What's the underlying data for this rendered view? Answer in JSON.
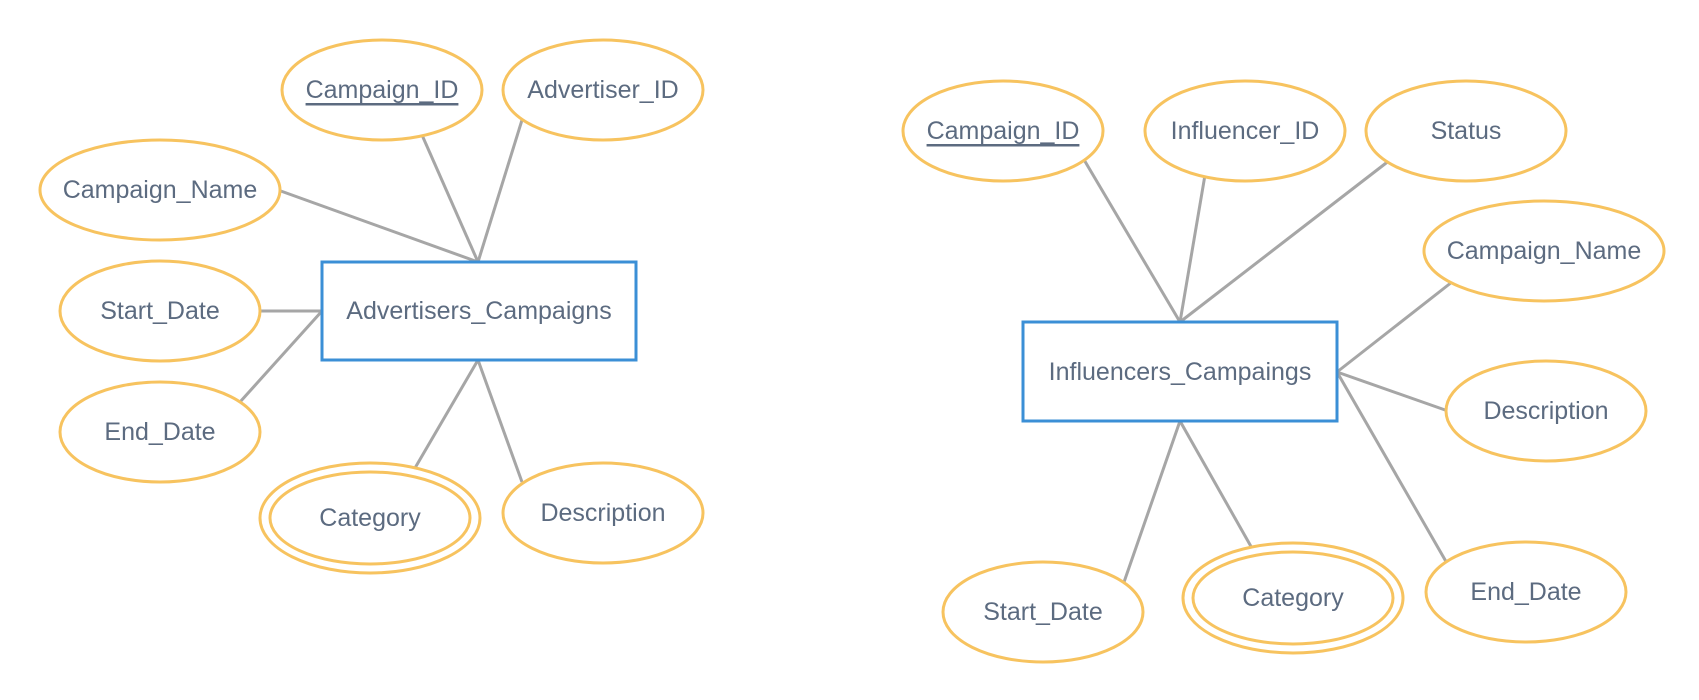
{
  "diagram": {
    "colors": {
      "attribute_stroke": "#f7c35f",
      "entity_stroke": "#3b8fd6",
      "line": "#a6a6a6",
      "text": "#5c6b80"
    },
    "entities": [
      {
        "id": "advertisers-campaigns",
        "name": "Advertisers_Campaigns",
        "attributes": [
          {
            "name": "Campaign_ID",
            "kind": "key"
          },
          {
            "name": "Advertiser_ID",
            "kind": "normal"
          },
          {
            "name": "Campaign_Name",
            "kind": "normal"
          },
          {
            "name": "Start_Date",
            "kind": "normal"
          },
          {
            "name": "End_Date",
            "kind": "normal"
          },
          {
            "name": "Category",
            "kind": "multivalued"
          },
          {
            "name": "Description",
            "kind": "normal"
          }
        ]
      },
      {
        "id": "influencers-campaings",
        "name": "Influencers_Campaings",
        "attributes": [
          {
            "name": "Campaign_ID",
            "kind": "key"
          },
          {
            "name": "Influencer_ID",
            "kind": "normal"
          },
          {
            "name": "Status",
            "kind": "normal"
          },
          {
            "name": "Campaign_Name",
            "kind": "normal"
          },
          {
            "name": "Description",
            "kind": "normal"
          },
          {
            "name": "End_Date",
            "kind": "normal"
          },
          {
            "name": "Start_Date",
            "kind": "normal"
          },
          {
            "name": "Category",
            "kind": "multivalued"
          }
        ]
      }
    ]
  }
}
